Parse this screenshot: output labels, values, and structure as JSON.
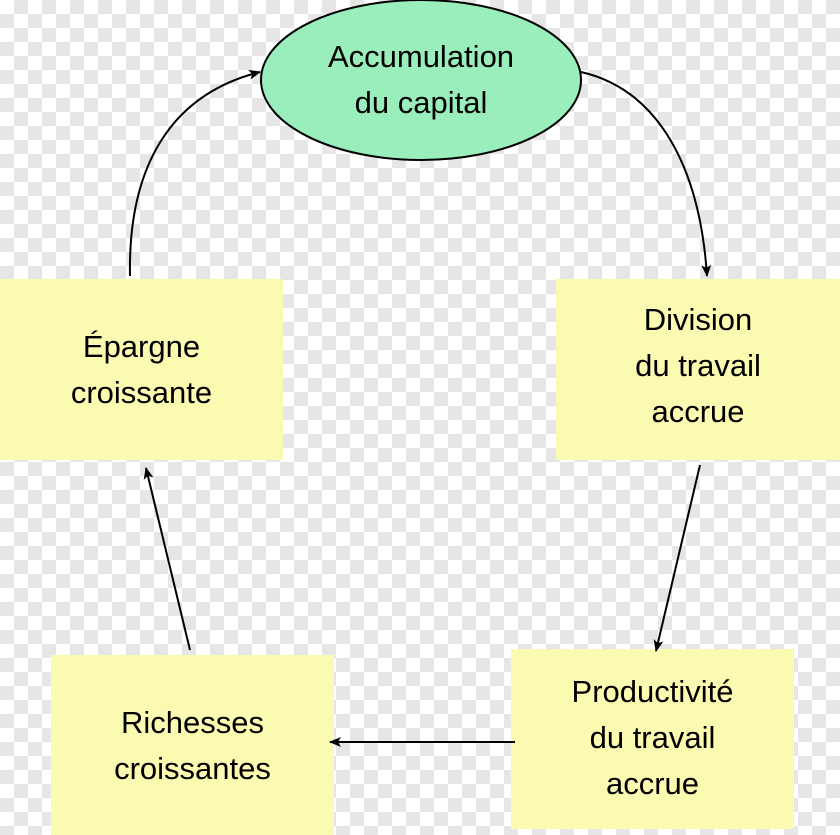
{
  "nodes": {
    "accumulation": {
      "lines": [
        "Accumulation",
        "du capital"
      ],
      "fill": "#99eebb"
    },
    "division": {
      "lines": [
        "Division",
        "du travail",
        "accrue"
      ],
      "fill": "#fafab0"
    },
    "productivite": {
      "lines": [
        "Productivité",
        "du travail",
        "accrue"
      ],
      "fill": "#fafab0"
    },
    "richesses": {
      "lines": [
        "Richesses",
        "croissantes"
      ],
      "fill": "#fafab0"
    },
    "epargne": {
      "lines": [
        "Épargne",
        "croissante"
      ],
      "fill": "#fafab0"
    }
  }
}
